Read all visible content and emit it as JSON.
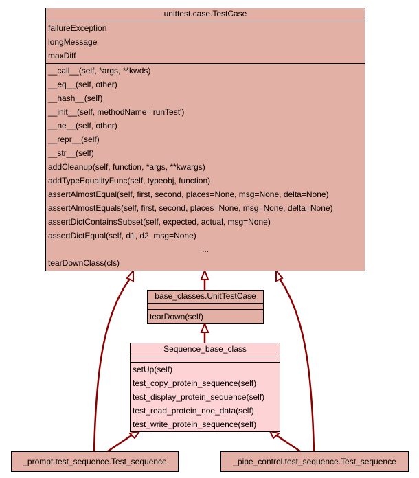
{
  "colors": {
    "edge": "#8b0000",
    "node": "#e2b0a4",
    "highlight": "#fdd3d6"
  },
  "testcase": {
    "title": "unittest.case.TestCase",
    "attributes": [
      "failureException",
      "longMessage",
      "maxDiff"
    ],
    "methods": [
      "__call__(self, *args, **kwds)",
      "__eq__(self, other)",
      "__hash__(self)",
      "__init__(self, methodName='runTest')",
      "__ne__(self, other)",
      "__repr__(self)",
      "__str__(self)",
      "addCleanup(self, function, *args, **kwargs)",
      "addTypeEqualityFunc(self, typeobj, function)",
      "assertAlmostEqual(self, first, second, places=None, msg=None, delta=None)",
      "assertAlmostEquals(self, first, second, places=None, msg=None, delta=None)",
      "assertDictContainsSubset(self, expected, actual, msg=None)",
      "assertDictEqual(self, d1, d2, msg=None)"
    ],
    "ellipsis": "...",
    "last_method": "tearDownClass(cls)"
  },
  "unittestcase": {
    "title": "base_classes.UnitTestCase",
    "methods": [
      "tearDown(self)"
    ]
  },
  "sequence_base": {
    "title": "Sequence_base_class",
    "methods": [
      "setUp(self)",
      "test_copy_protein_sequence(self)",
      "test_display_protein_sequence(self)",
      "test_read_protein_noe_data(self)",
      "test_write_protein_sequence(self)"
    ]
  },
  "prompt_test": {
    "title": "_prompt.test_sequence.Test_sequence"
  },
  "pipe_test": {
    "title": "_pipe_control.test_sequence.Test_sequence"
  }
}
